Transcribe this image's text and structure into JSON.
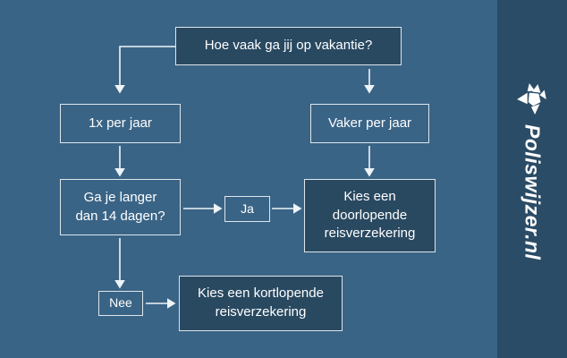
{
  "brand": {
    "name": "Poliswijzer.nl",
    "logo_icon": "poliswijzer-logo"
  },
  "colors": {
    "background": "#3a6486",
    "panel": "#294961",
    "sidebar": "#2b4c66",
    "border": "#dde6ec",
    "arrow": "#eef4f7",
    "text": "#ffffff"
  },
  "flowchart": {
    "nodes": {
      "question": "Hoe vaak ga jij op vakantie?",
      "once_per_year": "1x per jaar",
      "more_per_year": "Vaker per jaar",
      "longer_than_14_days": "Ga je langer\ndan 14 dagen?",
      "yes": "Ja",
      "no": "Nee",
      "continuous_insurance": "Kies een\ndoorlopende\nreisverzekering",
      "short_term_insurance": "Kies een kortlopende\nreisverzekering"
    }
  }
}
